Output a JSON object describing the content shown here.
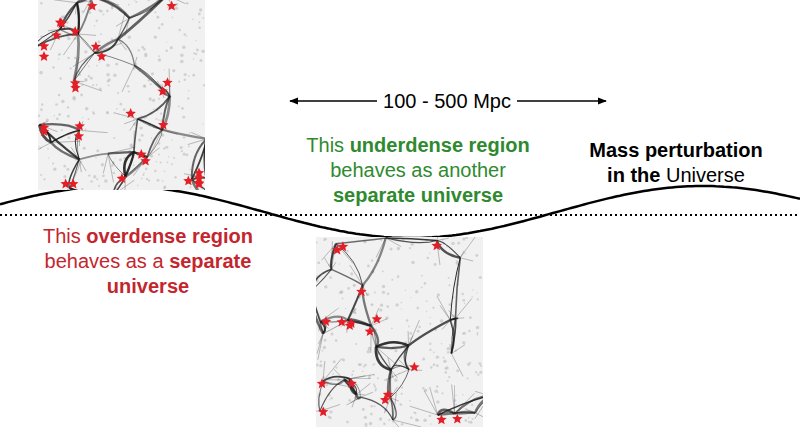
{
  "diagram": {
    "labels": [
      "100 - 500 Mpc",
      "This underdense region behaves as another separate universe",
      "Mass perturbation in the Universe",
      "This overdense region behaves as a separate universe"
    ]
  }
}
